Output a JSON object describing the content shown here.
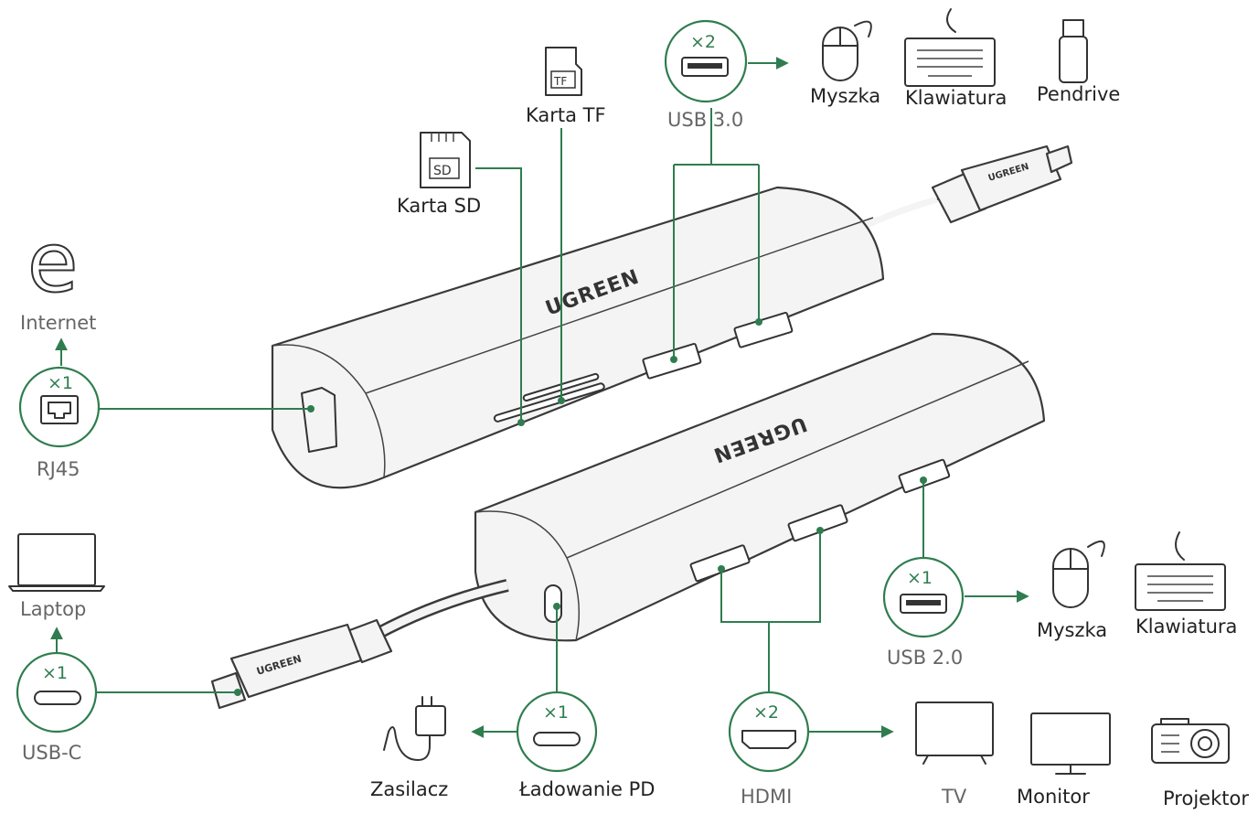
{
  "colors": {
    "accent": "#2f7d4f",
    "line": "#333333",
    "text": "#222222",
    "muted": "#666666"
  },
  "brand": "UGREEN",
  "top_hub": {
    "usb30": {
      "count": "×2",
      "label": "USB 3.0"
    },
    "card_tf": {
      "label": "Karta TF",
      "chip": "TF"
    },
    "card_sd": {
      "label": "Karta SD",
      "chip": "SD"
    },
    "rj45": {
      "count": "×1",
      "label": "RJ45"
    },
    "internet": {
      "label": "Internet",
      "glyph": "e"
    },
    "usb_devices": [
      {
        "icon": "mouse-icon",
        "label": "Myszka"
      },
      {
        "icon": "keyboard-icon",
        "label": "Klawiatura"
      },
      {
        "icon": "flash-drive-icon",
        "label": "Pendrive"
      }
    ]
  },
  "bottom_hub": {
    "usbc": {
      "count": "×1",
      "label": "USB-C"
    },
    "laptop": {
      "label": "Laptop"
    },
    "pd": {
      "count": "×1",
      "label": "Ładowanie PD"
    },
    "power": {
      "label": "Zasilacz"
    },
    "hdmi": {
      "count": "×2",
      "label": "HDMI"
    },
    "displays": [
      {
        "icon": "tv-icon",
        "label": "TV"
      },
      {
        "icon": "monitor-icon",
        "label": "Monitor"
      },
      {
        "icon": "projector-icon",
        "label": "Projektor"
      }
    ],
    "usb20": {
      "count": "×1",
      "label": "USB 2.0"
    },
    "usb_devices": [
      {
        "icon": "mouse-icon",
        "label": "Myszka"
      },
      {
        "icon": "keyboard-icon",
        "label": "Klawiatura"
      }
    ]
  }
}
